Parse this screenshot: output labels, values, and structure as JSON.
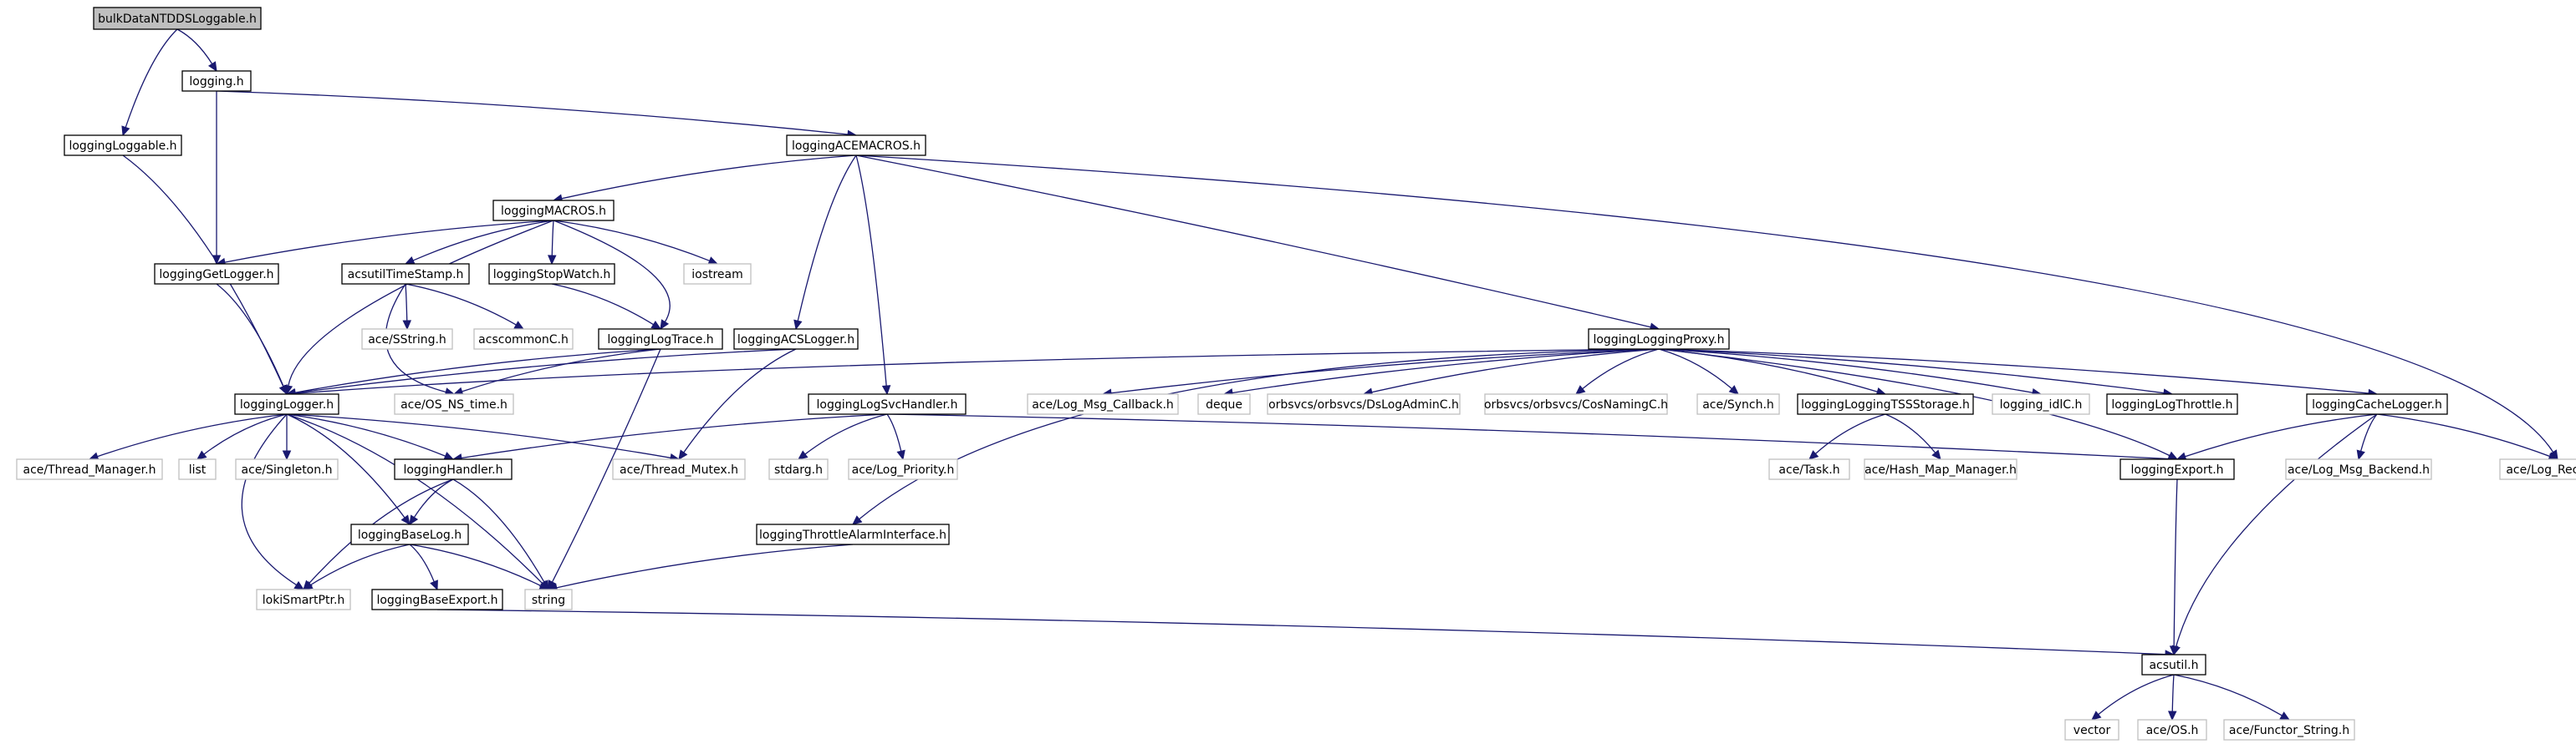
{
  "diagram": {
    "title": "bulkDataNTDDSLoggable.h",
    "colors": {
      "edge": "#191970",
      "root_fill": "#bfbfbf",
      "ext_border": "#bfbfbf",
      "node_border": "#000000"
    },
    "nodes": [
      {
        "id": "root",
        "label": "bulkDataNTDDSLoggable.h",
        "style": "root"
      },
      {
        "id": "logging",
        "label": "logging.h",
        "style": "normal"
      },
      {
        "id": "loggable",
        "label": "loggingLoggable.h",
        "style": "normal"
      },
      {
        "id": "acemacros",
        "label": "loggingACEMACROS.h",
        "style": "normal"
      },
      {
        "id": "macros",
        "label": "loggingMACROS.h",
        "style": "normal"
      },
      {
        "id": "getlogger",
        "label": "loggingGetLogger.h",
        "style": "normal"
      },
      {
        "id": "timestamp",
        "label": "acsutilTimeStamp.h",
        "style": "normal"
      },
      {
        "id": "stopwatch",
        "label": "loggingStopWatch.h",
        "style": "normal"
      },
      {
        "id": "iostream",
        "label": "iostream",
        "style": "ext"
      },
      {
        "id": "sstring",
        "label": "ace/SString.h",
        "style": "ext"
      },
      {
        "id": "commonc",
        "label": "acscommonC.h",
        "style": "ext"
      },
      {
        "id": "logtrace",
        "label": "loggingLogTrace.h",
        "style": "normal"
      },
      {
        "id": "acslogger",
        "label": "loggingACSLogger.h",
        "style": "normal"
      },
      {
        "id": "logger",
        "label": "loggingLogger.h",
        "style": "normal"
      },
      {
        "id": "osnstime",
        "label": "ace/OS_NS_time.h",
        "style": "ext"
      },
      {
        "id": "svchandler",
        "label": "loggingLogSvcHandler.h",
        "style": "normal"
      },
      {
        "id": "proxy",
        "label": "loggingLoggingProxy.h",
        "style": "normal"
      },
      {
        "id": "msgcallback",
        "label": "ace/Log_Msg_Callback.h",
        "style": "ext"
      },
      {
        "id": "deque",
        "label": "deque",
        "style": "ext"
      },
      {
        "id": "dslogadmin",
        "label": "orbsvcs/orbsvcs/DsLogAdminC.h",
        "style": "ext"
      },
      {
        "id": "cosnaming",
        "label": "orbsvcs/orbsvcs/CosNamingC.h",
        "style": "ext"
      },
      {
        "id": "synch",
        "label": "ace/Synch.h",
        "style": "ext"
      },
      {
        "id": "tssstorage",
        "label": "loggingLoggingTSSStorage.h",
        "style": "normal"
      },
      {
        "id": "idlc",
        "label": "logging_idlC.h",
        "style": "ext"
      },
      {
        "id": "throttle",
        "label": "loggingLogThrottle.h",
        "style": "normal"
      },
      {
        "id": "cachelogger",
        "label": "loggingCacheLogger.h",
        "style": "normal"
      },
      {
        "id": "threadmgr",
        "label": "ace/Thread_Manager.h",
        "style": "ext"
      },
      {
        "id": "list",
        "label": "list",
        "style": "ext"
      },
      {
        "id": "singleton",
        "label": "ace/Singleton.h",
        "style": "ext"
      },
      {
        "id": "handler",
        "label": "loggingHandler.h",
        "style": "normal"
      },
      {
        "id": "threadmutex",
        "label": "ace/Thread_Mutex.h",
        "style": "ext"
      },
      {
        "id": "stdarg",
        "label": "stdarg.h",
        "style": "ext"
      },
      {
        "id": "logpriority",
        "label": "ace/Log_Priority.h",
        "style": "ext"
      },
      {
        "id": "task",
        "label": "ace/Task.h",
        "style": "ext"
      },
      {
        "id": "hashmap",
        "label": "ace/Hash_Map_Manager.h",
        "style": "ext"
      },
      {
        "id": "export",
        "label": "loggingExport.h",
        "style": "normal"
      },
      {
        "id": "msgbackend",
        "label": "ace/Log_Msg_Backend.h",
        "style": "ext"
      },
      {
        "id": "logrecord",
        "label": "ace/Log_Record.h",
        "style": "ext"
      },
      {
        "id": "baselog",
        "label": "loggingBaseLog.h",
        "style": "normal"
      },
      {
        "id": "alarmiface",
        "label": "loggingThrottleAlarmInterface.h",
        "style": "normal"
      },
      {
        "id": "smartptr",
        "label": "lokiSmartPtr.h",
        "style": "ext"
      },
      {
        "id": "string",
        "label": "string",
        "style": "ext"
      },
      {
        "id": "baseexport",
        "label": "loggingBaseExport.h",
        "style": "normal"
      },
      {
        "id": "acsutil",
        "label": "acsutil.h",
        "style": "normal"
      },
      {
        "id": "vector",
        "label": "vector",
        "style": "ext"
      },
      {
        "id": "os",
        "label": "ace/OS.h",
        "style": "ext"
      },
      {
        "id": "functorstring",
        "label": "ace/Functor_String.h",
        "style": "ext"
      }
    ],
    "edges": [
      [
        "root",
        "logging"
      ],
      [
        "root",
        "loggable"
      ],
      [
        "logging",
        "acemacros"
      ],
      [
        "logging",
        "getlogger"
      ],
      [
        "loggable",
        "logger"
      ],
      [
        "acemacros",
        "macros"
      ],
      [
        "acemacros",
        "acslogger"
      ],
      [
        "acemacros",
        "svchandler"
      ],
      [
        "acemacros",
        "proxy"
      ],
      [
        "acemacros",
        "logrecord"
      ],
      [
        "macros",
        "getlogger"
      ],
      [
        "macros",
        "timestamp"
      ],
      [
        "macros",
        "stopwatch"
      ],
      [
        "macros",
        "iostream"
      ],
      [
        "macros",
        "logtrace"
      ],
      [
        "macros",
        "logger"
      ],
      [
        "getlogger",
        "logger"
      ],
      [
        "timestamp",
        "sstring"
      ],
      [
        "timestamp",
        "commonc"
      ],
      [
        "timestamp",
        "osnstime"
      ],
      [
        "stopwatch",
        "logtrace"
      ],
      [
        "logtrace",
        "logger"
      ],
      [
        "logtrace",
        "osnstime"
      ],
      [
        "logtrace",
        "string"
      ],
      [
        "acslogger",
        "logger"
      ],
      [
        "acslogger",
        "threadmutex"
      ],
      [
        "svchandler",
        "handler"
      ],
      [
        "svchandler",
        "stdarg"
      ],
      [
        "svchandler",
        "logpriority"
      ],
      [
        "svchandler",
        "export"
      ],
      [
        "proxy",
        "logger"
      ],
      [
        "proxy",
        "msgcallback"
      ],
      [
        "proxy",
        "deque"
      ],
      [
        "proxy",
        "dslogadmin"
      ],
      [
        "proxy",
        "cosnaming"
      ],
      [
        "proxy",
        "synch"
      ],
      [
        "proxy",
        "tssstorage"
      ],
      [
        "proxy",
        "idlc"
      ],
      [
        "proxy",
        "throttle"
      ],
      [
        "proxy",
        "cachelogger"
      ],
      [
        "proxy",
        "export"
      ],
      [
        "proxy",
        "alarmiface"
      ],
      [
        "tssstorage",
        "task"
      ],
      [
        "tssstorage",
        "hashmap"
      ],
      [
        "cachelogger",
        "export"
      ],
      [
        "cachelogger",
        "msgbackend"
      ],
      [
        "cachelogger",
        "logrecord"
      ],
      [
        "cachelogger",
        "acsutil"
      ],
      [
        "logger",
        "threadmgr"
      ],
      [
        "logger",
        "list"
      ],
      [
        "logger",
        "singleton"
      ],
      [
        "logger",
        "handler"
      ],
      [
        "logger",
        "threadmutex"
      ],
      [
        "logger",
        "baselog"
      ],
      [
        "logger",
        "smartptr"
      ],
      [
        "logger",
        "string"
      ],
      [
        "handler",
        "baselog"
      ],
      [
        "handler",
        "smartptr"
      ],
      [
        "handler",
        "string"
      ],
      [
        "baselog",
        "smartptr"
      ],
      [
        "baselog",
        "string"
      ],
      [
        "baselog",
        "baseexport"
      ],
      [
        "alarmiface",
        "string"
      ],
      [
        "baseexport",
        "acsutil"
      ],
      [
        "export",
        "acsutil"
      ],
      [
        "acsutil",
        "vector"
      ],
      [
        "acsutil",
        "os"
      ],
      [
        "acsutil",
        "functorstring"
      ]
    ]
  }
}
